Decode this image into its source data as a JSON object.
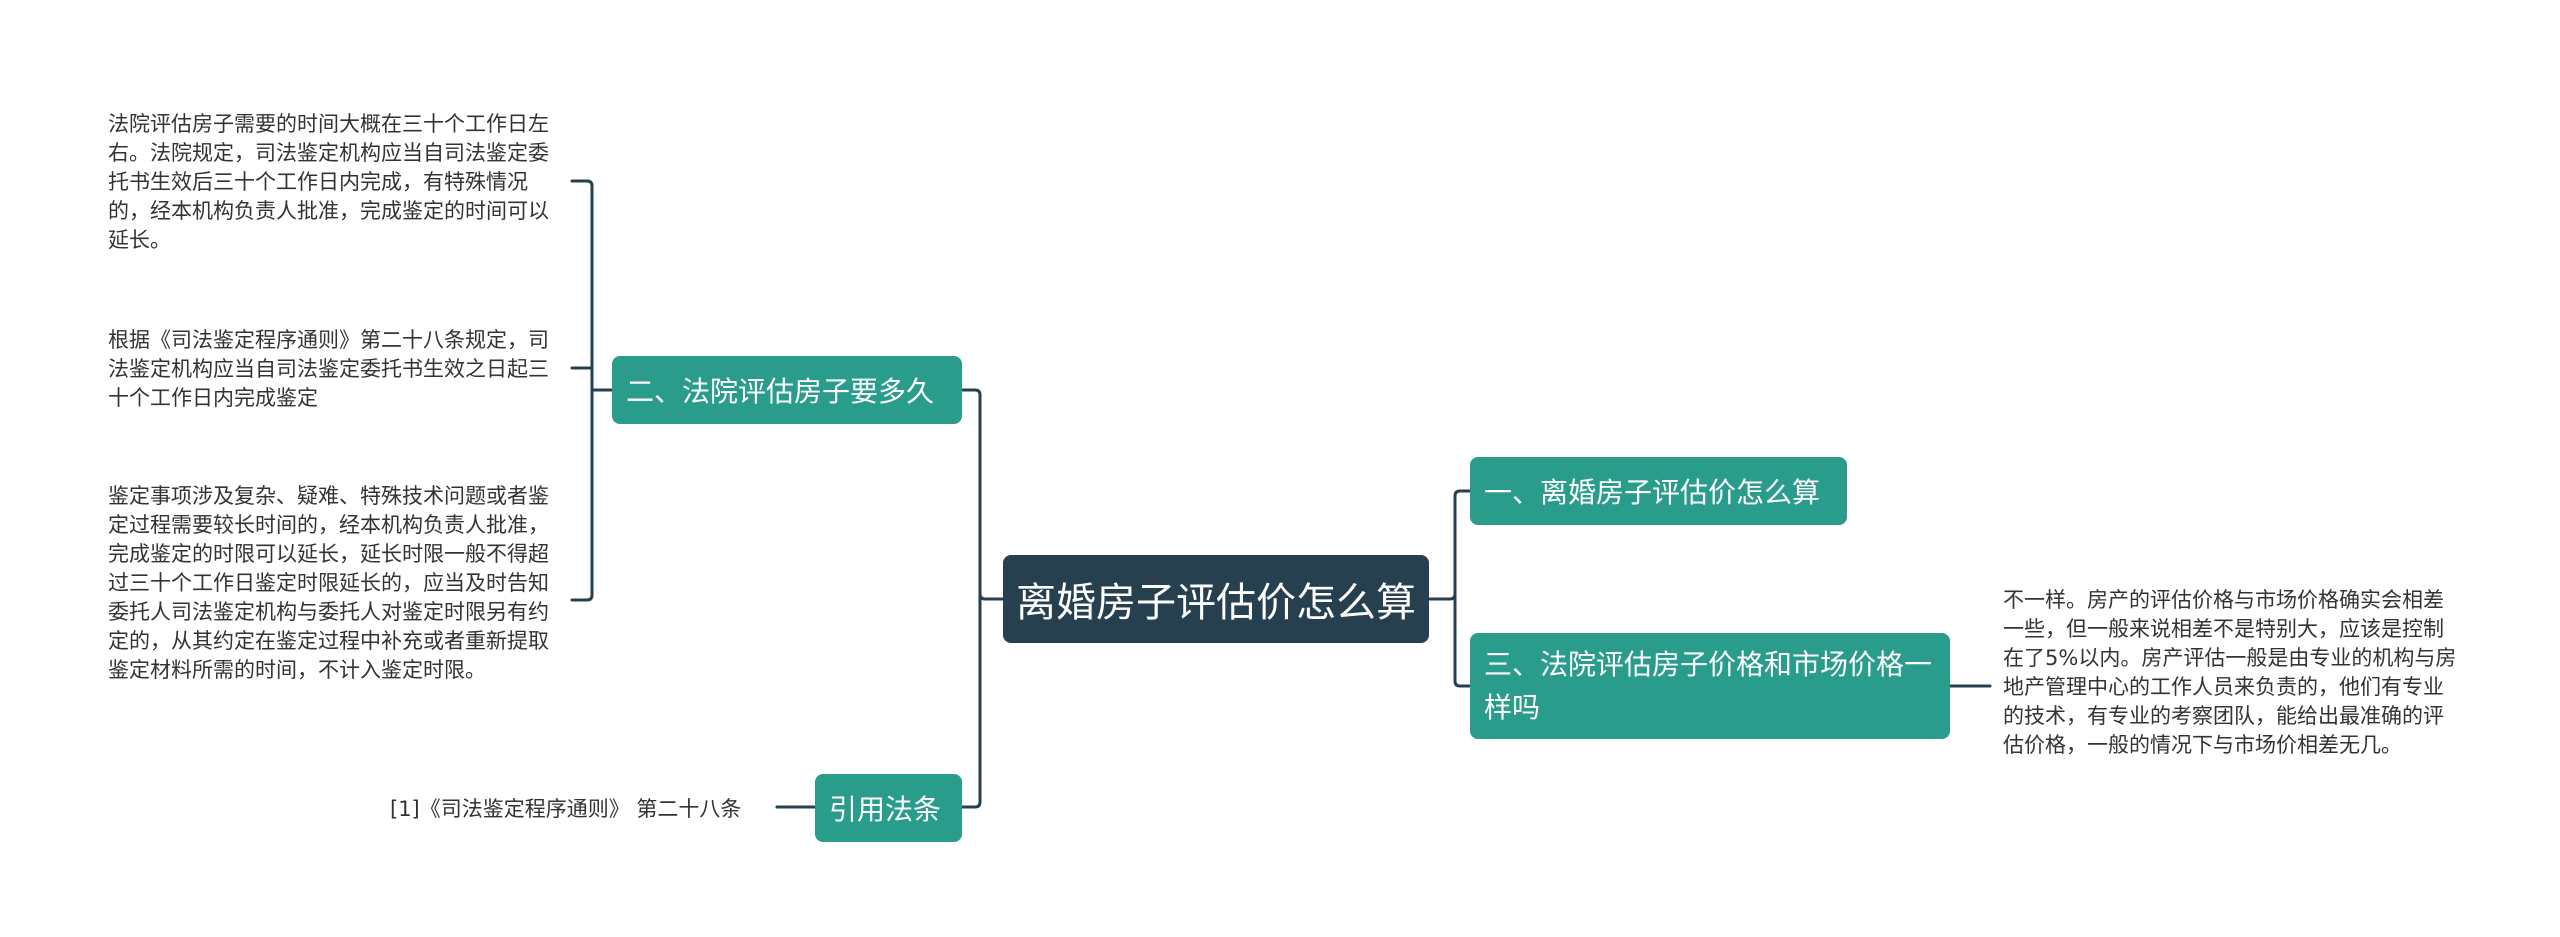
{
  "root": {
    "label": "离婚房子评估价怎么算"
  },
  "left": {
    "branch1": {
      "label": "二、法院评估房子要多久",
      "leaves": [
        "法院评估房子需要的时间大概在三十个工作日左右。法院规定，司法鉴定机构应当自司法鉴定委托书生效后三十个工作日内完成，有特殊情况的，经本机构负责人批准，完成鉴定的时间可以延长。",
        "根据《司法鉴定程序通则》第二十八条规定，司法鉴定机构应当自司法鉴定委托书生效之日起三十个工作日内完成鉴定",
        "鉴定事项涉及复杂、疑难、特殊技术问题或者鉴定过程需要较长时间的，经本机构负责人批准，完成鉴定的时限可以延长，延长时限一般不得超过三十个工作日鉴定时限延长的，应当及时告知委托人司法鉴定机构与委托人对鉴定时限另有约定的，从其约定在鉴定过程中补充或者重新提取鉴定材料所需的时间，不计入鉴定时限。"
      ]
    },
    "branch2": {
      "label": "引用法条",
      "leaves": [
        "[1]《司法鉴定程序通则》 第二十八条"
      ]
    }
  },
  "right": {
    "branch1": {
      "label": "一、离婚房子评估价怎么算"
    },
    "branch2": {
      "label": "三、法院评估房子价格和市场价格一样吗",
      "leaves": [
        "不一样。房产的评估价格与市场价格确实会相差一些，但一般来说相差不是特别大，应该是控制在了5%以内。房产评估一般是由专业的机构与房地产管理中心的工作人员来负责的，他们有专业的技术，有专业的考察团队，能给出最准确的评估价格，一般的情况下与市场价相差无几。"
      ]
    }
  },
  "colors": {
    "root": "#26404f",
    "branch": "#2a9c8c",
    "line": "#26404f",
    "text": "#333333"
  }
}
